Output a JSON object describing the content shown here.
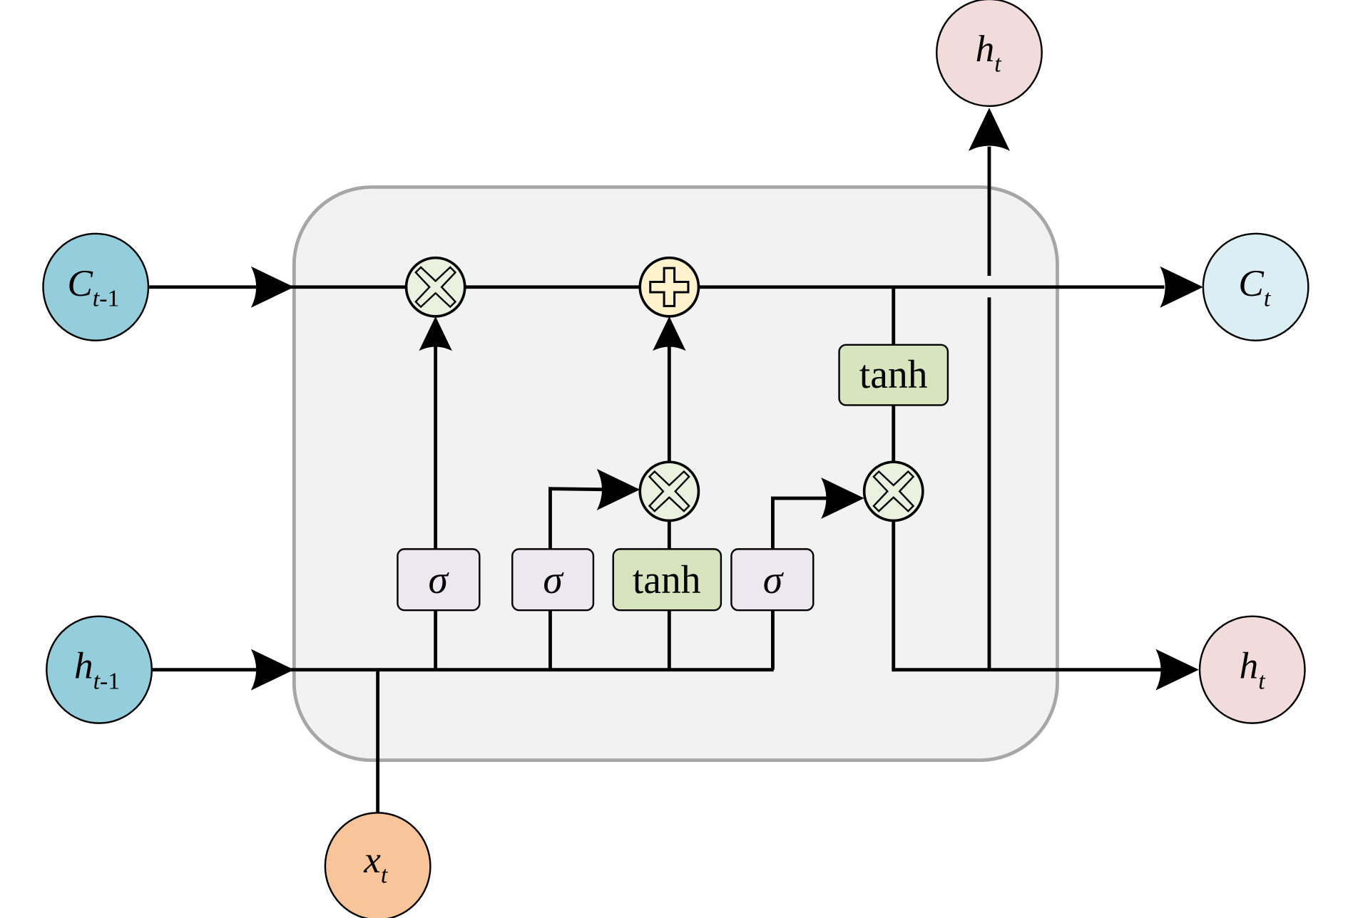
{
  "nodes": {
    "c_prev": {
      "main": "C",
      "sub_italic": "t",
      "sub_rest": "-1",
      "color": "#94cddb"
    },
    "h_prev": {
      "main": "h",
      "sub_italic": "t",
      "sub_rest": "-1",
      "color": "#94cddb"
    },
    "x_t": {
      "main": "x",
      "sub_italic": "t",
      "color": "#f8c49a"
    },
    "h_top": {
      "main": "h",
      "sub_italic": "t",
      "color": "#f1dcdb"
    },
    "c_t": {
      "main": "C",
      "sub_italic": "t",
      "color": "#daeef3"
    },
    "h_right": {
      "main": "h",
      "sub_italic": "t",
      "color": "#f1dcdb"
    }
  },
  "gates": {
    "forget": "σ",
    "input": "σ",
    "candidate": "tanh",
    "output": "σ",
    "cell_tanh": "tanh"
  },
  "colors": {
    "cell_bg": "#f2f2f2",
    "cell_border": "#a6a6a6",
    "sigma_box": "#ebe8f0",
    "tanh_box": "#d7e4bd",
    "multiply_op": "#ebf1de",
    "add_op": "#fff2cc"
  },
  "ops": {
    "multiply": "multiply-icon",
    "add": "plus-icon"
  }
}
